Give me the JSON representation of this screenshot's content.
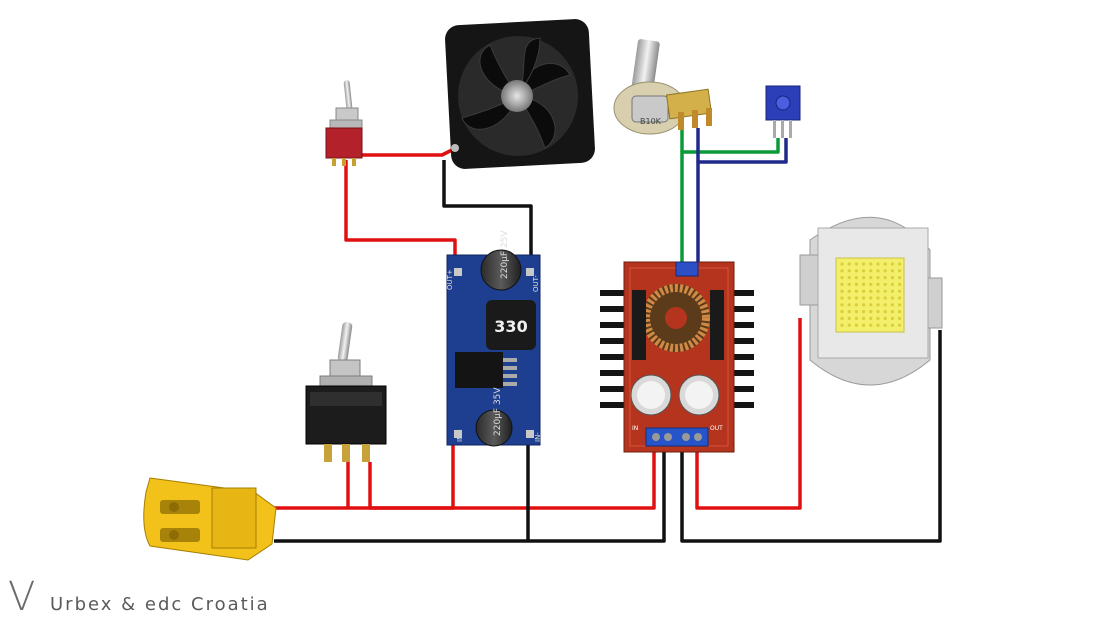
{
  "diagram": {
    "components": {
      "buck_module": {
        "inductor_label": "330",
        "cap_top_label": "220µF 25V",
        "cap_bottom_label": "220µF 35V",
        "pin_out_plus": "OUT+",
        "pin_out_minus": "OUT-",
        "pin_in_plus": "IN+",
        "pin_in_minus": "IN-"
      },
      "boost_module": {
        "pin_in": "IN",
        "pin_out": "OUT"
      },
      "pot_label": "B10K"
    },
    "wire_colors": {
      "positive": "#e01010",
      "negative": "#111111",
      "green": "#0a9a3a",
      "blue": "#1f2a8a"
    }
  },
  "watermark": {
    "initial": "V",
    "text": "Urbex & edc Croatia"
  }
}
